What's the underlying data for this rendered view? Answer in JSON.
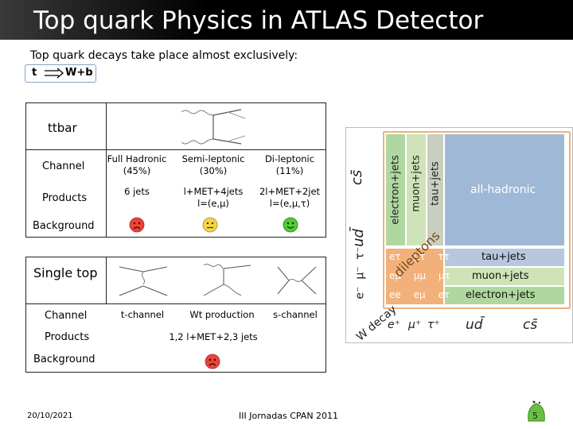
{
  "slide": {
    "title": "Top quark Physics in ATLAS Detector",
    "intro": "Top quark decays take place almost exclusively:",
    "decay": {
      "left": "t",
      "right": "W+b"
    }
  },
  "ttbar": {
    "heading": "ttbar",
    "row_labels": {
      "channel": "Channel",
      "products": "Products",
      "background": "Background"
    },
    "columns": [
      {
        "channel_l1": "Full Hadronic",
        "channel_l2": "(45%)",
        "products_l1": "6 jets",
        "products_l2": "",
        "face": "sad",
        "face_color": "#e8453a"
      },
      {
        "channel_l1": "Semi-leptonic",
        "channel_l2": "(30%)",
        "products_l1": "l+MET+4jets",
        "products_l2": "l=(e,μ)",
        "face": "neutral",
        "face_color": "#f2d54b"
      },
      {
        "channel_l1": "Di-leptonic",
        "channel_l2": "(11%)",
        "products_l1": "2l+MET+2jet",
        "products_l2": "l=(e,μ,τ)",
        "face": "happy",
        "face_color": "#56c838"
      }
    ]
  },
  "single_top": {
    "heading": "Single top",
    "row_labels": {
      "channel": "Channel",
      "products": "Products",
      "background": "Background"
    },
    "channels": [
      "t-channel",
      "Wt production",
      "s-channel"
    ],
    "products": "1,2 l+MET+2,3 jets",
    "face": "sad",
    "face_color": "#e8453a"
  },
  "decay_chart": {
    "top_labels": [
      "cs̄",
      "ud̄"
    ],
    "lepton_labels": [
      "τ⁻",
      "μ⁻",
      "e⁻"
    ],
    "vertical_labels": [
      "electron+jets",
      "muon+jets",
      "tau+jets"
    ],
    "all_hadronic": "all-hadronic",
    "rows": [
      {
        "label": "tau+jets",
        "cells": [
          "eτ",
          "μτ",
          "ττ"
        ]
      },
      {
        "label": "muon+jets",
        "cells": [
          "eμ",
          "μμ",
          "μτ"
        ]
      },
      {
        "label": "electron+jets",
        "cells": [
          "ee",
          "eμ",
          "eτ"
        ]
      }
    ],
    "dileptons": "dileptons",
    "w_decay": "W decay",
    "bottom_labels": [
      "e⁺",
      "μ⁺",
      "τ⁺",
      "ud̄",
      "cs̄"
    ],
    "colors": {
      "electron": "#b0d7a0",
      "muon": "#cfe3b8",
      "tau": "#c8cfc0",
      "hadronic": "#9fb8d6",
      "taurow": "#b7c7de",
      "orange": "#f2b07a"
    }
  },
  "footer": {
    "date": "20/10/2021",
    "center": "III Jornadas CPAN 2011",
    "page": "5"
  }
}
